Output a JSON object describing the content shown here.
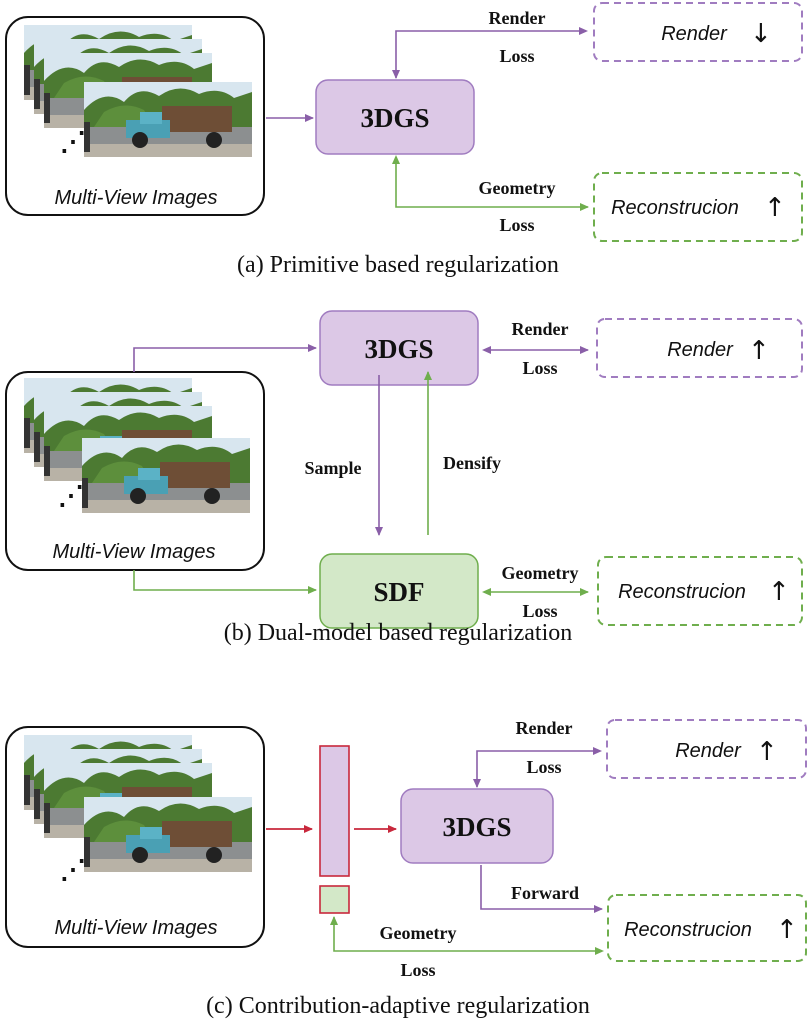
{
  "panel_a": {
    "images_label": "Multi-View Images",
    "model": "3DGS",
    "render_loss_top": "Render",
    "render_loss_bottom": "Loss",
    "geometry_loss_top": "Geometry",
    "geometry_loss_bottom": "Loss",
    "render_result": "Render",
    "render_arrow": "↓",
    "recon_result": "Reconstrucion",
    "recon_arrow": "↑",
    "caption": "(a) Primitive based regularization"
  },
  "panel_b": {
    "images_label": "Multi-View Images",
    "model_top": "3DGS",
    "model_bottom": "SDF",
    "render_loss_top": "Render",
    "render_loss_bottom": "Loss",
    "geometry_loss_top": "Geometry",
    "geometry_loss_bottom": "Loss",
    "sample_label": "Sample",
    "densify_label": "Densify",
    "render_result": "Render",
    "render_arrow": "↑",
    "recon_result": "Reconstrucion",
    "recon_arrow": "↑",
    "caption": "(b) Dual-model based regularization"
  },
  "panel_c": {
    "images_label": "Multi-View Images",
    "model": "3DGS",
    "render_loss_top": "Render",
    "render_loss_bottom": "Loss",
    "forward_label": "Forward",
    "geometry_loss_top": "Geometry",
    "geometry_loss_bottom": "Loss",
    "render_result": "Render",
    "render_arrow": "↑",
    "recon_result": "Reconstrucion",
    "recon_arrow": "↑",
    "caption": "(c) Contribution-adaptive regularization"
  },
  "colors": {
    "purple_fill": "#dcc8e6",
    "purple_stroke": "#a07cc0",
    "purple_line": "#8a5fa8",
    "green_fill": "#d3e8c8",
    "green_stroke": "#6fae4d",
    "green_line": "#6fae4d",
    "red": "#c8283c",
    "black": "#111111"
  }
}
